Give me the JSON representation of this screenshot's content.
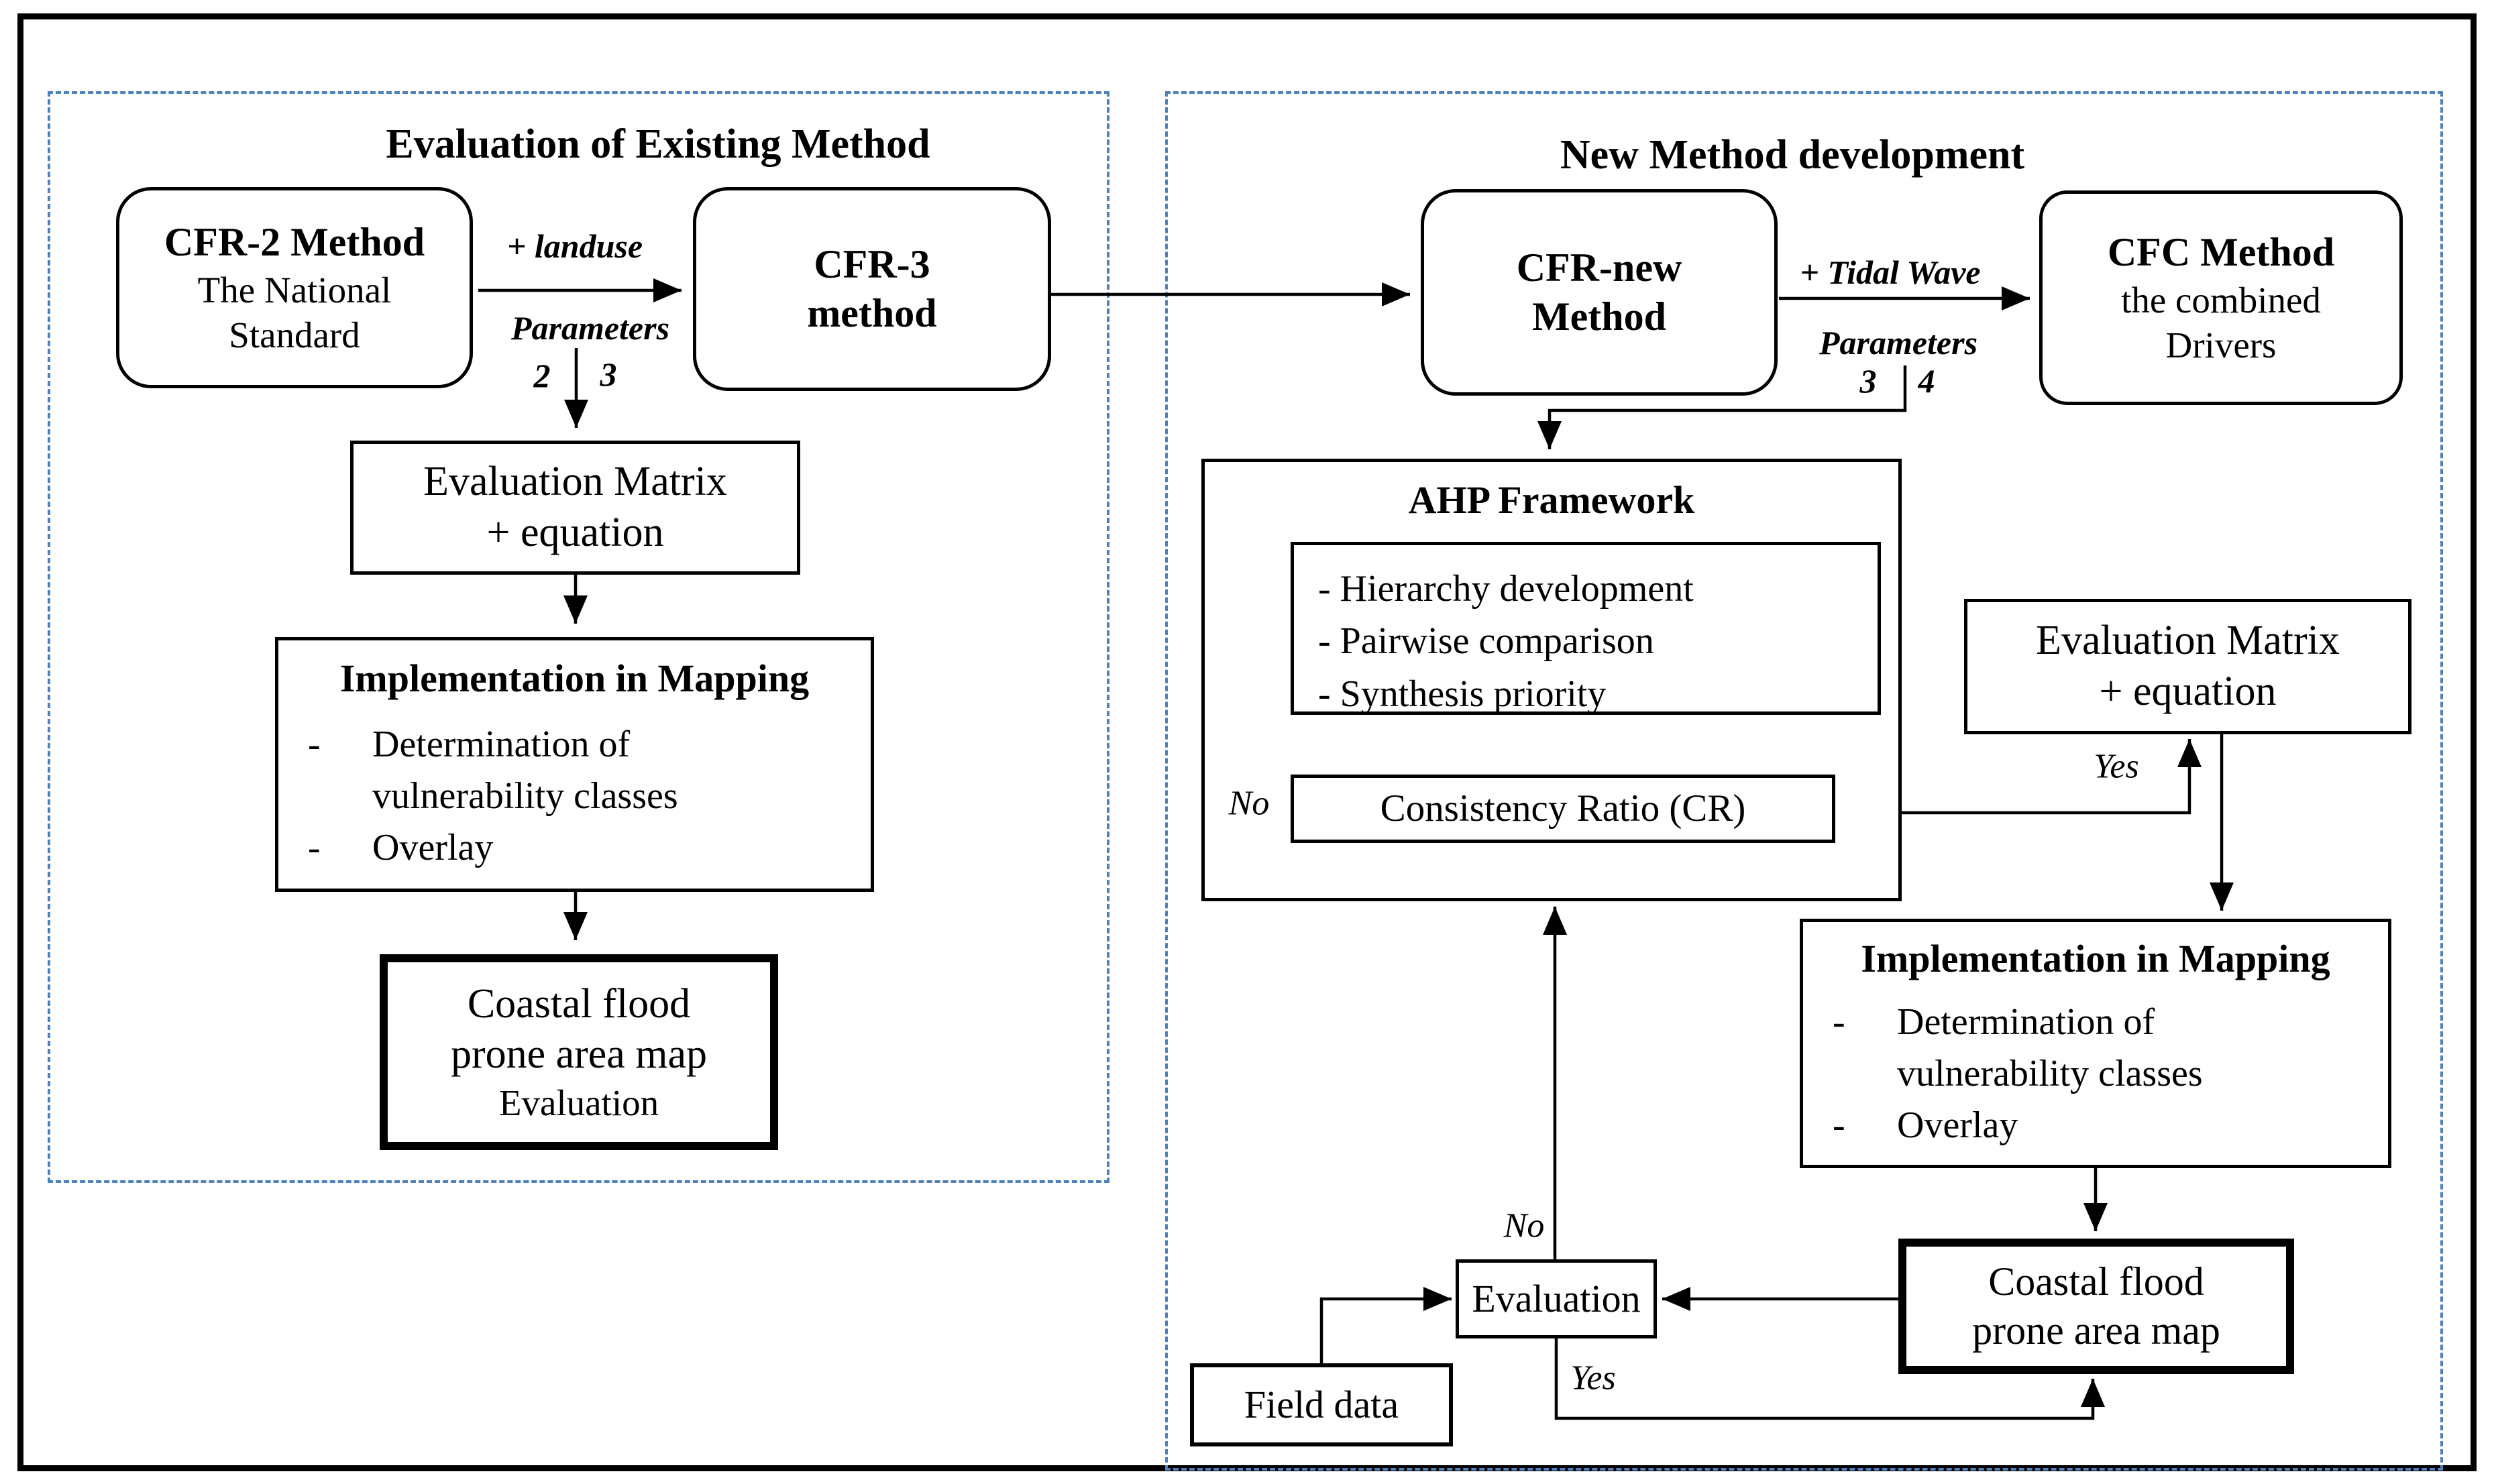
{
  "colors": {
    "dashed_border": "#4f81bd",
    "line": "#000000",
    "background": "#ffffff"
  },
  "left_panel": {
    "title": "Evaluation of Existing Method",
    "cfr2_title": "CFR-2 Method",
    "cfr2_sub1": "The National",
    "cfr2_sub2": "Standard",
    "landuse_label": "+ landuse",
    "parameters_label": "Parameters",
    "param_from": "2",
    "param_to": "3",
    "cfr3_line1": "CFR-3",
    "cfr3_line2": "method",
    "matrix_line1": "Evaluation Matrix",
    "matrix_line2": "+ equation",
    "impl_title": "Implementation in Mapping",
    "impl_dash": "-",
    "impl_b1_line1": "Determination of",
    "impl_b1_line2": "vulnerability classes",
    "impl_b2": "Overlay",
    "coastal_line1": "Coastal flood",
    "coastal_line2": "prone area map",
    "coastal_line3": "Evaluation"
  },
  "right_panel": {
    "title": "New Method development",
    "cfrnew_line1": "CFR-new",
    "cfrnew_line2": "Method",
    "tidal_label": "+ Tidal Wave",
    "parameters_label": "Parameters",
    "param_from": "3",
    "param_to": "4",
    "cfc_title": "CFC Method",
    "cfc_sub1": "the combined",
    "cfc_sub2": "Drivers",
    "ahp_title": "AHP Framework",
    "ahp_dash": "-",
    "ahp_b1": "Hierarchy development",
    "ahp_b2": "Pairwise comparison",
    "ahp_b3": "Synthesis priority",
    "cr_label": "Consistency Ratio (CR)",
    "cr_no": "No",
    "cr_yes": "Yes",
    "matrix_line1": "Evaluation Matrix",
    "matrix_line2": "+ equation",
    "impl_title": "Implementation in Mapping",
    "impl_dash": "-",
    "impl_b1_line1": "Determination of",
    "impl_b1_line2": "vulnerability classes",
    "impl_b2": "Overlay",
    "coastal_line1": "Coastal flood",
    "coastal_line2": "prone area map",
    "evaluation_label": "Evaluation",
    "eval_no": "No",
    "eval_yes": "Yes",
    "field_data_label": "Field data"
  }
}
